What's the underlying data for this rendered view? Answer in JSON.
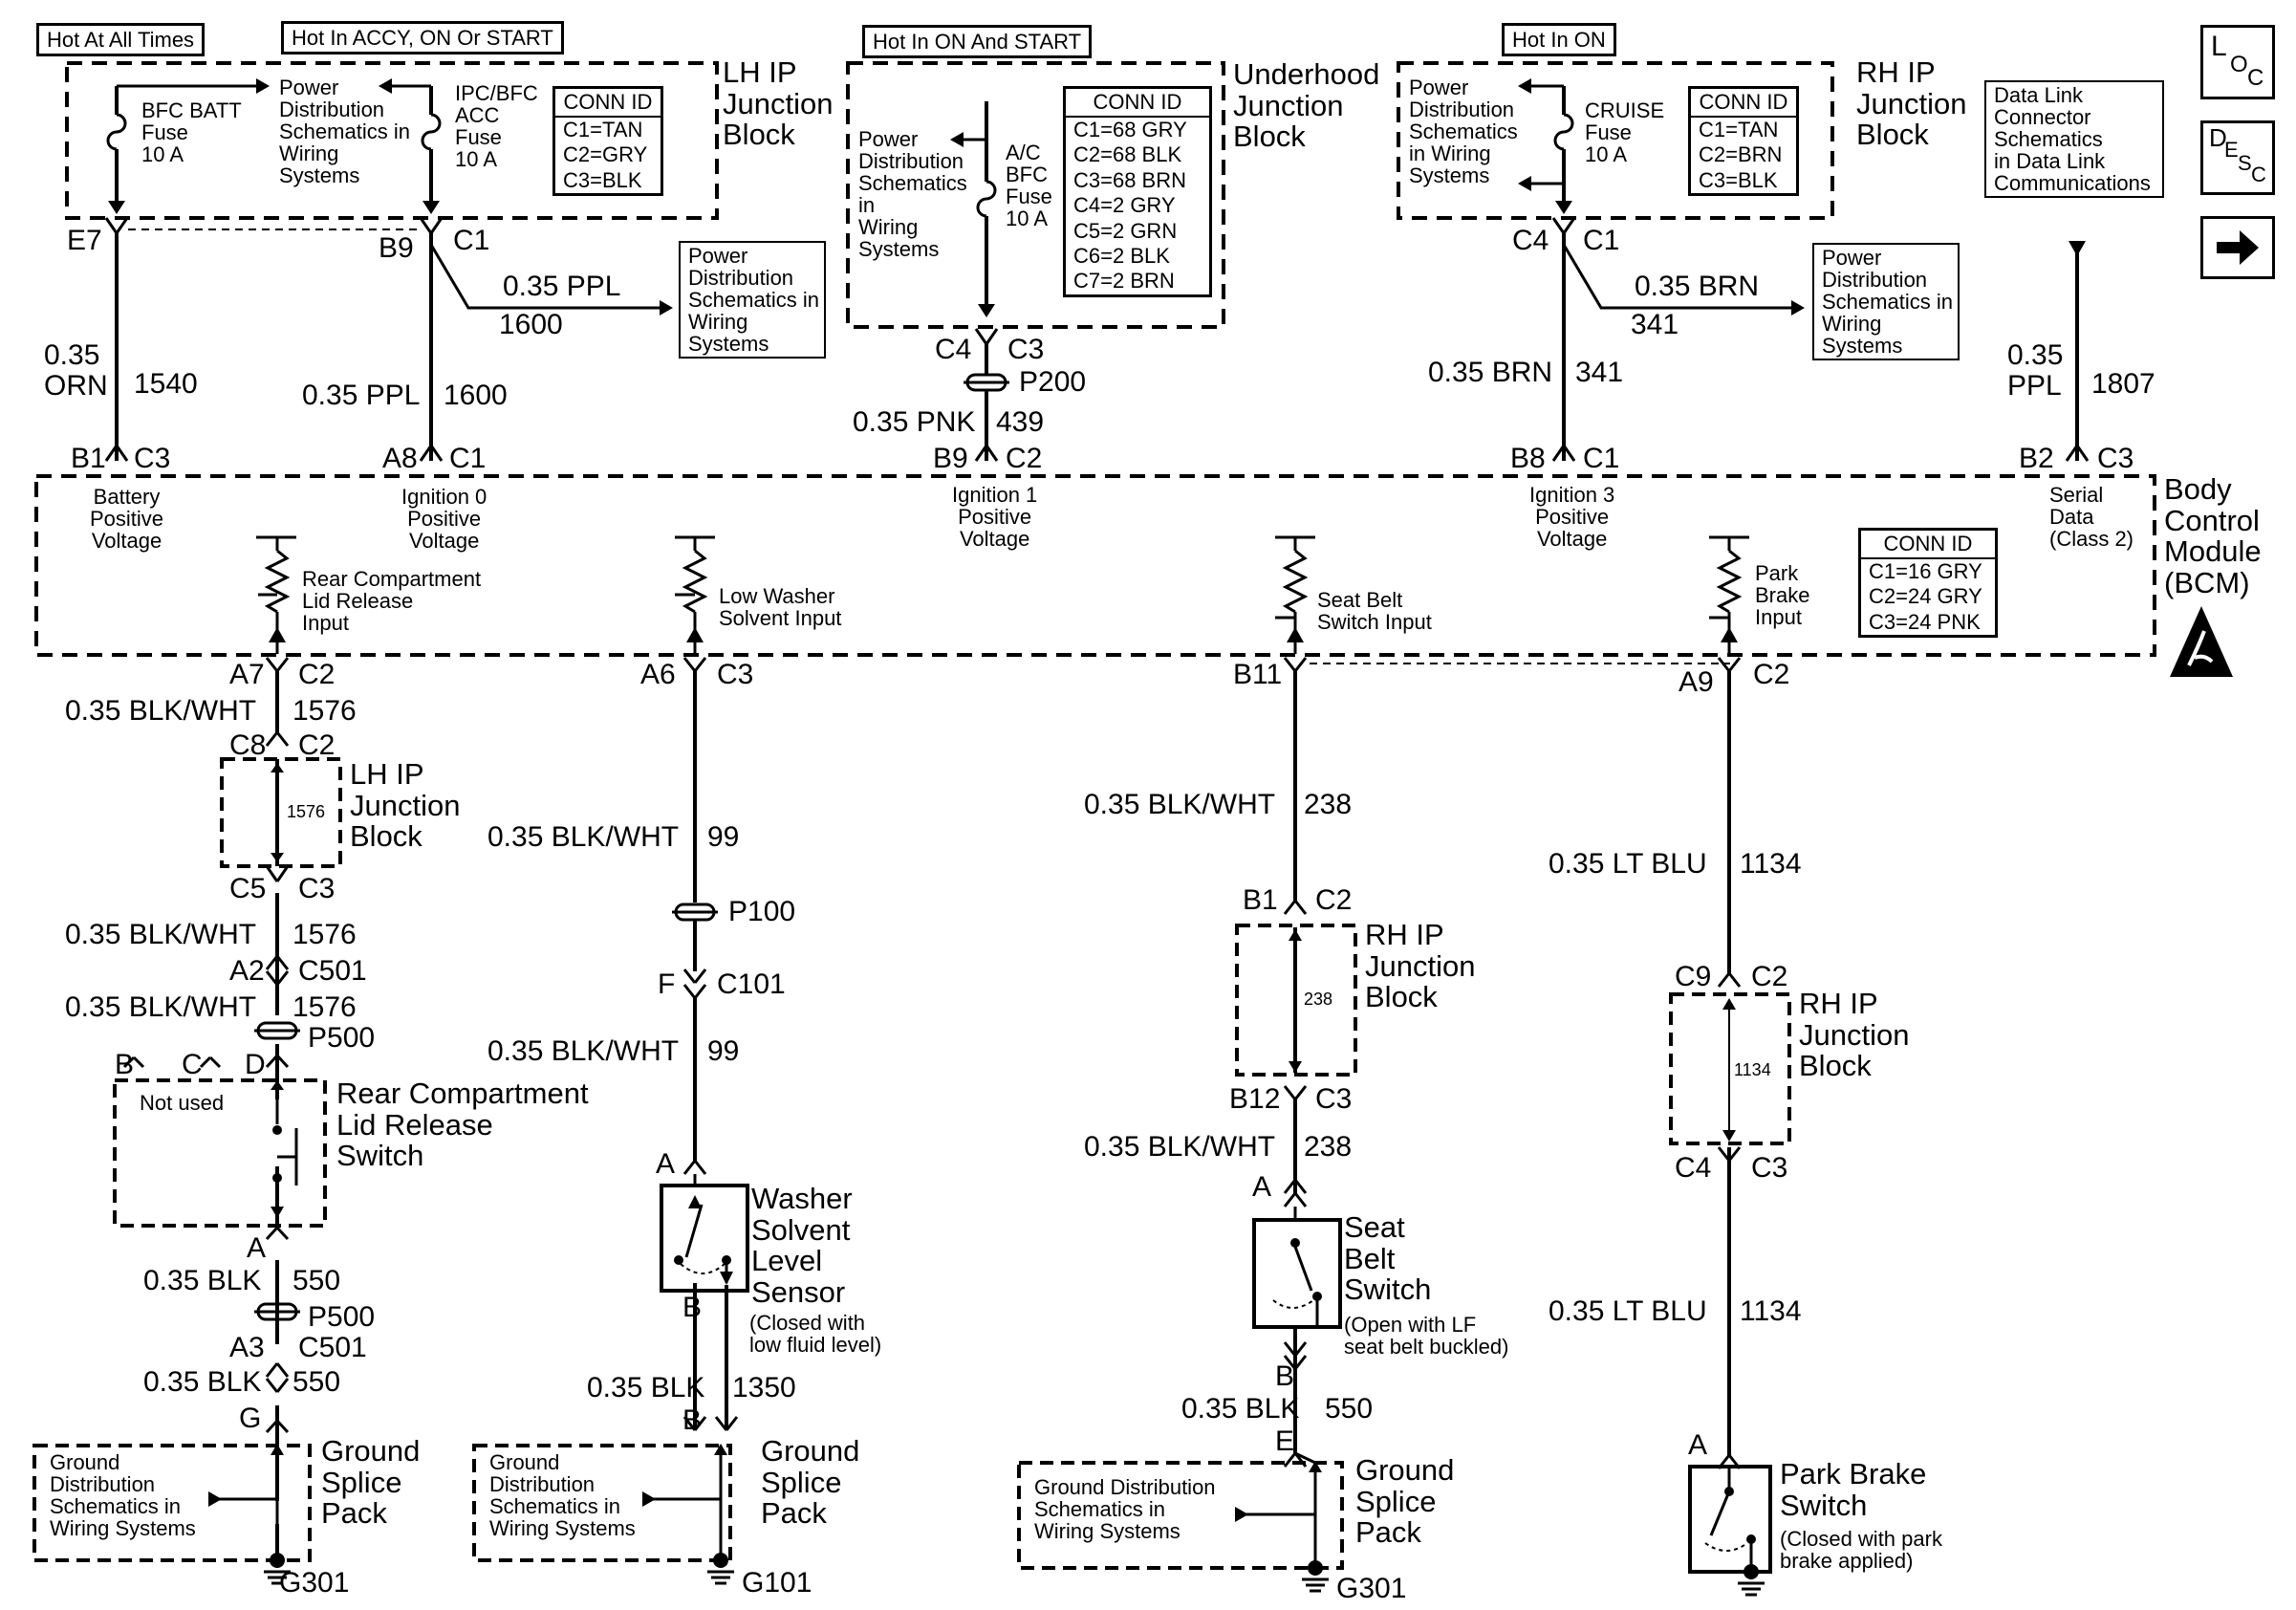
{
  "labels": {
    "hot_at_all_times": "Hot At All Times",
    "hot_accy_on_start": "Hot In ACCY, ON Or START",
    "hot_on_start": "Hot In ON And START",
    "hot_on": "Hot In ON",
    "lh_ip_jb_title": "LH IP\nJunction\nBlock",
    "underhood_jb_title": "Underhood\nJunction\nBlock",
    "rh_ip_jb_title": "RH IP\nJunction\nBlock",
    "bcm_title": "Body\nControl\nModule\n(BCM)",
    "pds_lh_fuse": "Power\nDistribution\nSchematics in\nWiring\nSystems",
    "bfc_batt_fuse": "BFC BATT\nFuse\n10 A",
    "ipc_bfc_acc_fuse": "IPC/BFC\nACC\nFuse\n10 A",
    "pds_underhood": "Power\nDistribution\nSchematics\nin\nWiring\nSystems",
    "ac_bfc_fuse": "A/C\nBFC\nFuse\n10 A",
    "pds_rh": "Power\nDistribution\nSchematics\nin Wiring\nSystems",
    "cruise_fuse": "CRUISE\nFuse\n10 A",
    "pds_box_1600": "Power\nDistribution\nSchematics in\nWiring\nSystems",
    "pds_box_341": "Power\nDistribution\nSchematics in\nWiring\nSystems",
    "dlc_box": "Data Link\nConnector\nSchematics\nin Data Link\nCommunications",
    "bcm_battery": "Battery\nPositive\nVoltage",
    "bcm_ign0": "Ignition 0\nPositive\nVoltage",
    "bcm_ign1": "Ignition 1\nPositive\nVoltage",
    "bcm_ign3": "Ignition 3\nPositive\nVoltage",
    "bcm_serial": "Serial\nData\n(Class 2)",
    "bcm_rear_lid": "Rear Compartment\nLid Release\nInput",
    "bcm_washer": "Low Washer\nSolvent Input",
    "bcm_seatbelt": "Seat Belt\nSwitch Input",
    "bcm_park": "Park\nBrake\nInput",
    "rear_switch": "Rear Compartment\nLid Release\nSwitch",
    "not_used": "Not used",
    "washer_sensor": "Washer\nSolvent\nLevel\nSensor",
    "washer_note": "(Closed with\nlow fluid level)",
    "seatbelt_switch": "Seat\nBelt\nSwitch",
    "seatbelt_note": "(Open with LF\nseat belt buckled)",
    "park_switch": "Park Brake\nSwitch",
    "park_note": "(Closed with park\nbrake applied)",
    "ground_splice_pack": "Ground\nSplice\nPack",
    "gnd_dist_1": "Ground\nDistribution\nSchematics in\nWiring Systems",
    "gnd_dist_2": "Ground\nDistribution\nSchematics in\nWiring Systems",
    "gnd_dist_3": "Ground Distribution\nSchematics in\nWiring Systems",
    "g301a": "G301",
    "g101": "G101",
    "g301b": "G301",
    "p200": "P200",
    "p100": "P100",
    "p500a": "P500",
    "p500b": "P500",
    "c101": "C101",
    "c501a": "C501",
    "c501b": "C501",
    "w1576_inner": "1576",
    "w238_inner": "238",
    "w1134_inner": "1134"
  },
  "wires": {
    "w1540": "0.35\nORN",
    "n1540": "1540",
    "w1600": "0.35 PPL",
    "n1600": "1600",
    "w1600b": "0.35 PPL",
    "n1600b": "1600",
    "w439": "0.35 PNK",
    "n439": "439",
    "w341": "0.35 BRN",
    "n341": "341",
    "w341b": "0.35 BRN",
    "n341b": "341",
    "w1807": "0.35\nPPL",
    "n1807": "1807",
    "w1576a": "0.35 BLK/WHT",
    "n1576a": "1576",
    "w1576b": "0.35 BLK/WHT",
    "n1576b": "1576",
    "w1576c": "0.35 BLK/WHT",
    "n1576c": "1576",
    "w550a": "0.35 BLK",
    "n550a": "550",
    "w550b": "0.35 BLK",
    "n550b": "550",
    "w99a": "0.35 BLK/WHT",
    "n99a": "99",
    "w99b": "0.35 BLK/WHT",
    "n99b": "99",
    "w1350": "0.35 BLK",
    "n1350": "1350",
    "w238a": "0.35 BLK/WHT",
    "n238a": "238",
    "w238b": "0.35 BLK/WHT",
    "n238b": "238",
    "w550c": "0.35 BLK",
    "n550c": "550",
    "w1134a": "0.35 LT BLU",
    "n1134a": "1134",
    "w1134b": "0.35 LT BLU",
    "n1134b": "1134"
  },
  "pins": {
    "e7": "E7",
    "b9c1": "B9",
    "c1a": "C1",
    "c4a": "C4",
    "c3a": "C3",
    "c4b": "C4",
    "c1b": "C1",
    "b1": "B1",
    "c3b": "C3",
    "a8": "A8",
    "c1c": "C1",
    "b9b": "B9",
    "c2a": "C2",
    "b8": "B8",
    "c1d": "C1",
    "b2": "B2",
    "c3c": "C3",
    "a7": "A7",
    "c2b": "C2",
    "a6": "A6",
    "c3d": "C3",
    "b11": "B11",
    "a9": "A9",
    "c2c": "C2",
    "c8": "C8",
    "c2d": "C2",
    "c5": "C5",
    "c3e": "C3",
    "a2": "A2",
    "b": "B",
    "c": "C",
    "d": "D",
    "a_rear": "A",
    "a3": "A3",
    "g": "G",
    "f": "F",
    "a_wash": "A",
    "b_wash": "B",
    "b_gnd2": "B",
    "b1x": "B1",
    "c2e": "C2",
    "b12": "B12",
    "c3f": "C3",
    "a_seat": "A",
    "b_seat": "B",
    "e": "E",
    "c9": "C9",
    "c2f": "C2",
    "c4c": "C4",
    "c3g": "C3",
    "a_park": "A"
  },
  "conn_ids": {
    "lh_ip": {
      "title": "CONN ID",
      "rows": [
        "C1=TAN",
        "C2=GRY",
        "C3=BLK"
      ]
    },
    "underhood": {
      "title": "CONN ID",
      "rows": [
        "C1=68 GRY",
        "C2=68 BLK",
        "C3=68 BRN",
        "C4=2 GRY",
        "C5=2 GRN",
        "C6=2 BLK",
        "C7=2 BRN"
      ]
    },
    "rh_ip": {
      "title": "CONN ID",
      "rows": [
        "C1=TAN",
        "C2=BRN",
        "C3=BLK"
      ]
    },
    "bcm": {
      "title": "CONN ID",
      "rows": [
        "C1=16 GRY",
        "C2=24 GRY",
        "C3=24 PNK"
      ]
    }
  },
  "icons": {
    "loc": {
      "name": "loc-icon",
      "big": "L",
      "mid": "O",
      "small": "C"
    },
    "desc": {
      "name": "desc-icon",
      "big": "D",
      "mid": "E",
      "small": "S",
      "tiny": "C"
    },
    "next": {
      "name": "arrow-right-icon"
    },
    "esd": {
      "name": "esd-warning-icon"
    }
  }
}
